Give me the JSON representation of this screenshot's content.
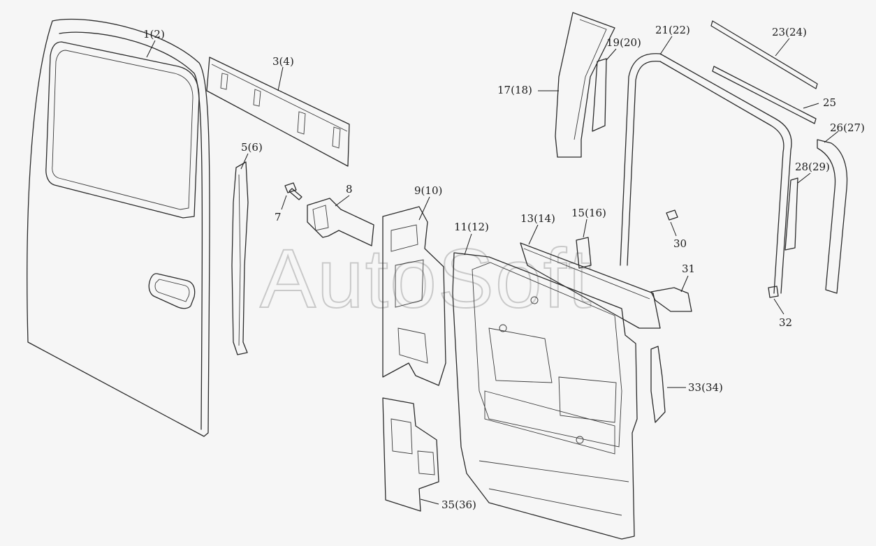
{
  "watermark": "AutoSoft",
  "callouts": {
    "c1": "1(2)",
    "c3": "3(4)",
    "c5": "5(6)",
    "c7": "7",
    "c8": "8",
    "c9": "9(10)",
    "c11": "11(12)",
    "c13": "13(14)",
    "c15": "15(16)",
    "c17": "17(18)",
    "c19": "19(20)",
    "c21": "21(22)",
    "c23": "23(24)",
    "c25": "25",
    "c26": "26(27)",
    "c28": "28(29)",
    "c30": "30",
    "c31": "31",
    "c32": "32",
    "c33": "33(34)",
    "c35": "35(36)"
  }
}
